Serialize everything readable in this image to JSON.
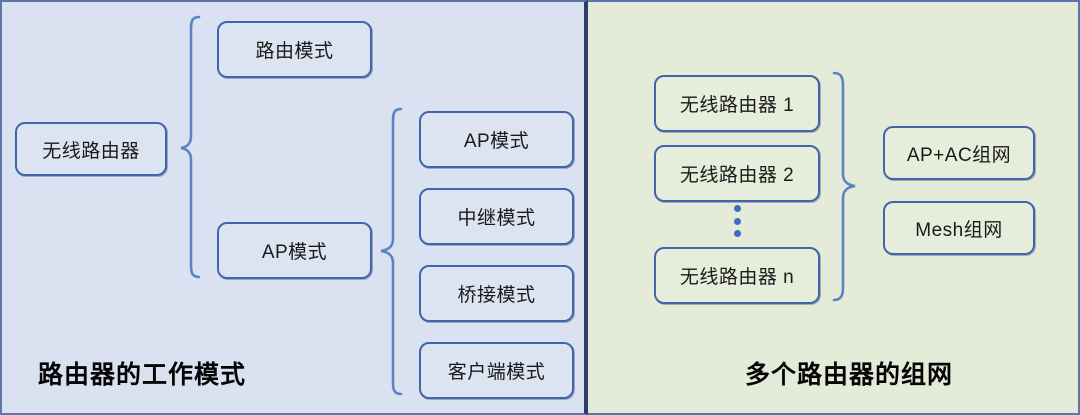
{
  "diagram": {
    "type": "tree-brace-diagram",
    "panels": [
      {
        "id": "router-working-modes",
        "title": "路由器的工作模式",
        "background_color": "#dae1f0",
        "root": {
          "label": "无线路由器"
        },
        "level1": [
          {
            "label": "路由模式"
          },
          {
            "label": "AP模式"
          }
        ],
        "level2": [
          {
            "label": "AP模式"
          },
          {
            "label": "中继模式"
          },
          {
            "label": "桥接模式"
          },
          {
            "label": "客户端模式"
          }
        ]
      },
      {
        "id": "multi-router-networking",
        "title": "多个路由器的组网",
        "background_color": "#e4ebd9",
        "routers": [
          {
            "label": "无线路由器 1"
          },
          {
            "label": "无线路由器 2"
          },
          {
            "label": "无线路由器 n"
          }
        ],
        "ellipsis": "⋮",
        "networking": [
          {
            "label": "AP+AC组网"
          },
          {
            "label": "Mesh组网"
          }
        ]
      }
    ],
    "colors": {
      "node_border": "#3f66ab",
      "brace": "#5b83c4",
      "divider": "#2e3c66",
      "outer_border": "#5f74ad",
      "dot": "#3f6cc0",
      "left_panel_bg": "#dae1f0",
      "right_panel_bg": "#e4ebd9",
      "title_text": "#050505"
    }
  }
}
